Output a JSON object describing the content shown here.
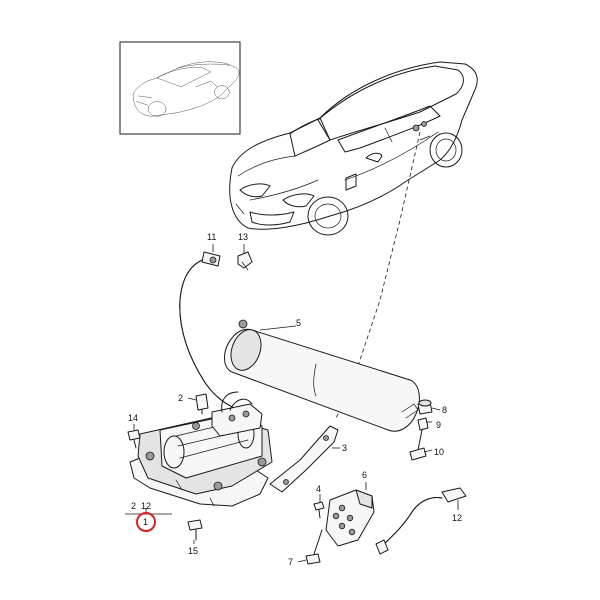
{
  "callouts": [
    {
      "id": "c1",
      "label": "1"
    },
    {
      "id": "c2",
      "label": "2"
    },
    {
      "id": "c12a",
      "label": "12"
    },
    {
      "id": "c2b",
      "label": "2"
    },
    {
      "id": "c3",
      "label": "3"
    },
    {
      "id": "c4",
      "label": "4"
    },
    {
      "id": "c5",
      "label": "5"
    },
    {
      "id": "c6",
      "label": "6"
    },
    {
      "id": "c7",
      "label": "7"
    },
    {
      "id": "c8",
      "label": "8"
    },
    {
      "id": "c9",
      "label": "9"
    },
    {
      "id": "c10",
      "label": "10"
    },
    {
      "id": "c11",
      "label": "11"
    },
    {
      "id": "c12",
      "label": "12"
    },
    {
      "id": "c13",
      "label": "13"
    },
    {
      "id": "c14",
      "label": "14"
    },
    {
      "id": "c15",
      "label": "15"
    }
  ],
  "highlight": {
    "label": "1",
    "color": "#d92020"
  },
  "colors": {
    "ink": "#1a1a1a",
    "background": "#ffffff"
  }
}
